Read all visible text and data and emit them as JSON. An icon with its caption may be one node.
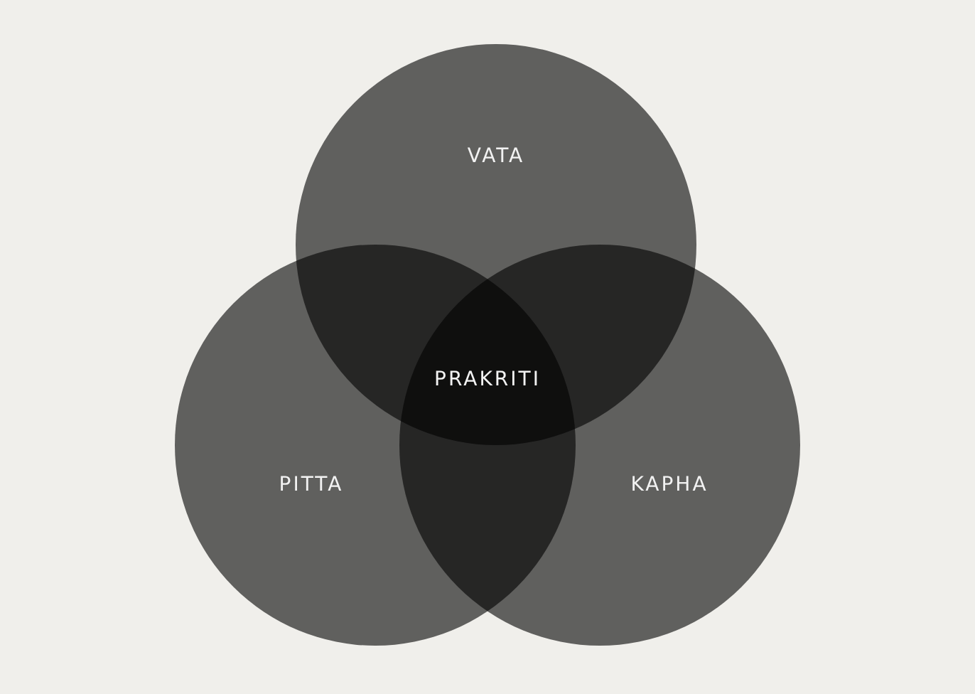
{
  "diagram": {
    "nodes": [
      {
        "text": [
          "VATA"
        ]
      },
      {
        "text": [
          "PITTA"
        ]
      },
      {
        "text": [
          "KAPHA"
        ]
      }
    ],
    "labels": [
      "PRAKRITI"
    ]
  }
}
